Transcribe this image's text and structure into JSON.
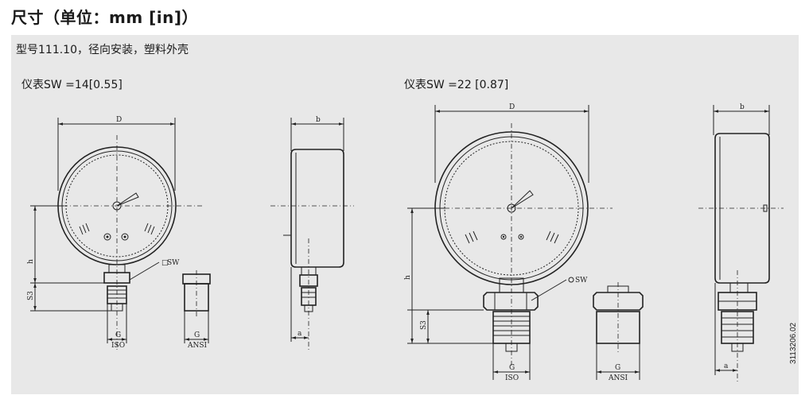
{
  "title": "尺寸（单位：mm [in]）",
  "subtitle": "型号111.10，径向安装，塑料外壳",
  "variants": [
    {
      "label": "仪表SW =14[0.55]"
    },
    {
      "label": "仪表SW =22 [0.87]"
    }
  ],
  "dimension_labels": {
    "D": "D",
    "b": "b",
    "h": "h",
    "S3": "S3",
    "a": "a",
    "G": "G",
    "ISO": "ISO",
    "ANSI": "ANSI",
    "SW": "SW"
  },
  "document_id": "3113206.02"
}
